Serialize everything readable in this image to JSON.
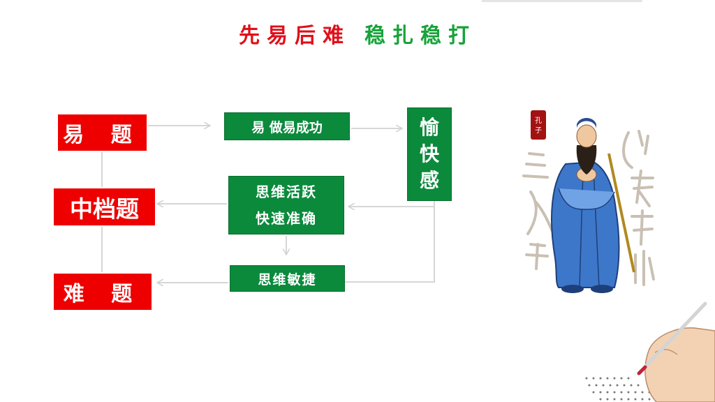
{
  "title": {
    "part1": "先易后难",
    "part2": "稳扎稳打"
  },
  "left_column": {
    "easy": "易 题",
    "medium": "中档题",
    "hard": "难 题"
  },
  "middle_column": {
    "easy_success": "易 做易成功",
    "active_line1": "思维活跃",
    "active_line2": "快速准确",
    "agile": "思维敏捷"
  },
  "right_box": {
    "char1": "愉",
    "char2": "快",
    "char3": "感"
  },
  "illustration": {
    "label": "孔子",
    "calligraphy": "三人行 必有我师"
  },
  "colors": {
    "title_red": "#e0101a",
    "title_green": "#17a33a",
    "box_red": "#ee0000",
    "box_green": "#0b8a3c"
  }
}
